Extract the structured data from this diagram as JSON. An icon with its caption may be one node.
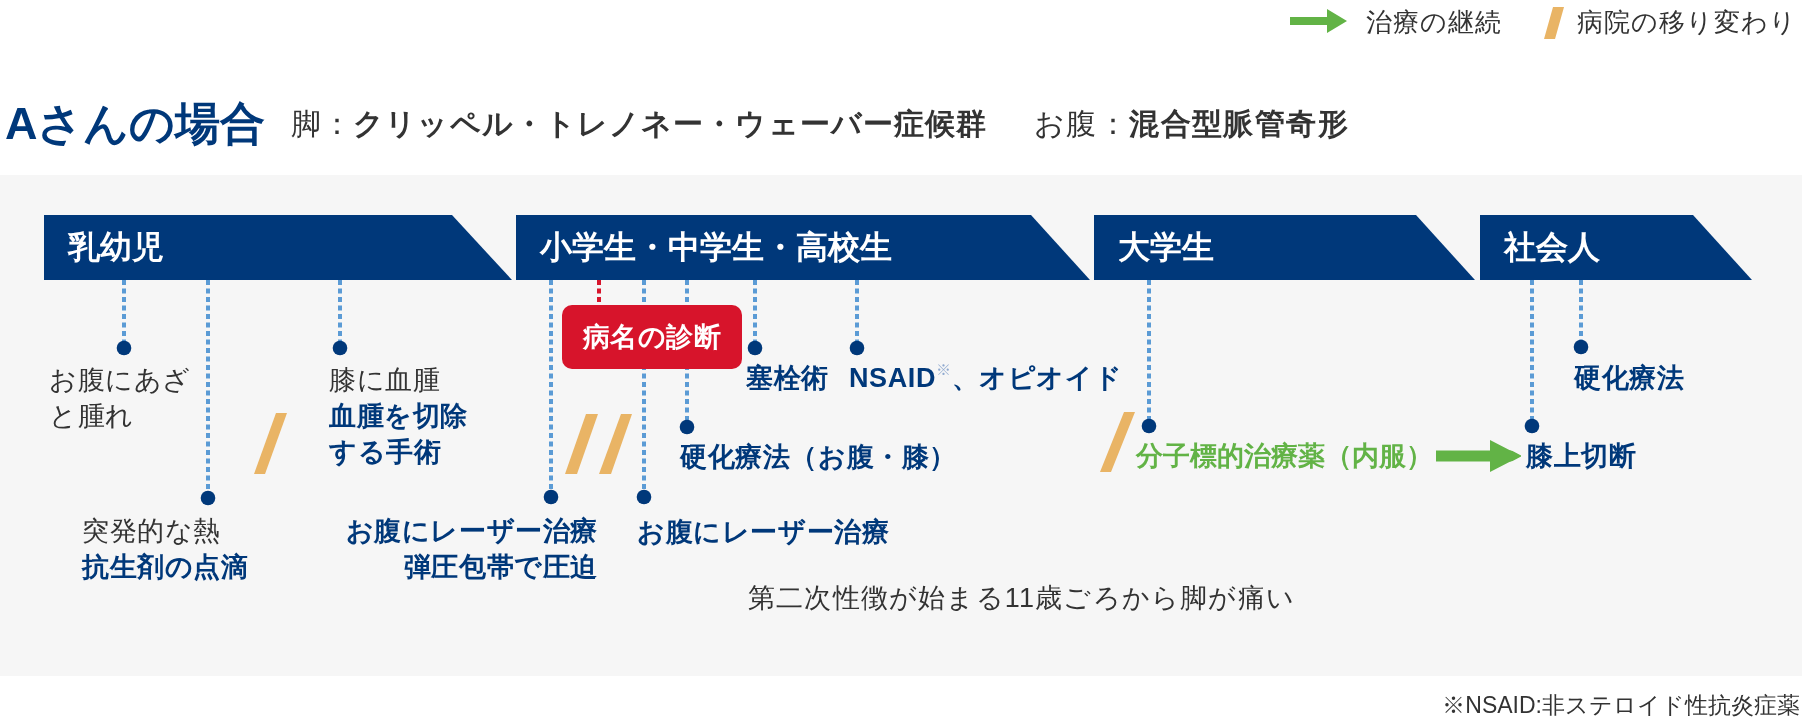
{
  "diagram": {
    "title": "Aさんの場合",
    "nodes": [
      {
        "text": [
          "乳幼児"
        ]
      },
      {
        "text": [
          "小学生・中学生・高校生"
        ]
      },
      {
        "text": [
          "大学生"
        ]
      },
      {
        "text": [
          "社会人"
        ]
      },
      {
        "text": [
          "お腹にあざと腫れ"
        ]
      },
      {
        "text": [
          "突発的な熱",
          "抗生剤の点滴"
        ]
      },
      {
        "text": [
          "膝に血腫",
          "血腫を切除する手術"
        ]
      },
      {
        "text": [
          "病名の診断"
        ]
      },
      {
        "text": [
          "お腹にレーザー治療",
          "弾圧包帯で圧迫"
        ]
      },
      {
        "text": [
          "お腹にレーザー治療"
        ]
      },
      {
        "text": [
          "硬化療法（お腹・膝）"
        ]
      },
      {
        "text": [
          "塞栓術"
        ]
      },
      {
        "text": [
          "NSAID$^{※}$、オピオイド"
        ]
      },
      {
        "text": [
          "分子標的治療薬（内服）"
        ]
      },
      {
        "text": [
          "膝上切断"
        ]
      },
      {
        "text": [
          "硬化療法"
        ]
      }
    ],
    "edges": [
      {
        "from": 0,
        "to": 4,
        "arrow": "other",
        "style": "dashed"
      },
      {
        "from": 0,
        "to": 5,
        "arrow": "other",
        "style": "dashed"
      },
      {
        "from": 0,
        "to": 6,
        "arrow": "other",
        "style": "dashed"
      },
      {
        "from": 1,
        "to": 8,
        "arrow": "other",
        "style": "dashed"
      },
      {
        "from": 1,
        "to": 7,
        "arrow": "none",
        "style": "dashed",
        "color": "#d7142b"
      },
      {
        "from": 1,
        "to": 9,
        "arrow": "other",
        "style": "dashed"
      },
      {
        "from": 1,
        "to": 10,
        "arrow": "other",
        "style": "dashed"
      },
      {
        "from": 1,
        "to": 11,
        "arrow": "other",
        "style": "dashed"
      },
      {
        "from": 1,
        "to": 12,
        "arrow": "other",
        "style": "dashed"
      },
      {
        "from": 2,
        "to": 13,
        "arrow": "other",
        "style": "dashed"
      },
      {
        "from": 3,
        "to": 14,
        "arrow": "other",
        "style": "dashed"
      },
      {
        "from": 3,
        "to": 15,
        "arrow": "other",
        "style": "dashed"
      },
      {
        "from": 13,
        "to": 14,
        "arrow": "to",
        "style": "thick",
        "color": "#62b346"
      }
    ],
    "labels": [
      "脚：**クリッペル・トレノネー・ウェーバー症候群**",
      "お腹：**混合型脈管奇形**",
      "第二次性徴が始まる11歳ごろから脚が痛い",
      "※NSAID:非ステロイド性抗炎症薬"
    ],
    "legend": [
      {
        "text": "治療の継続"
      },
      {
        "text": "病院の移り変わり"
      }
    ]
  }
}
